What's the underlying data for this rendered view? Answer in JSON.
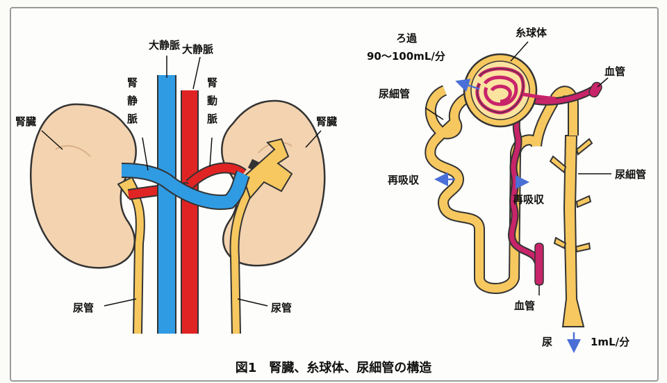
{
  "colors": {
    "vein": "#2f9be3",
    "artery": "#e02424",
    "ureter": "#f6c85f",
    "kidney": "#f3d3b0",
    "vessel_nephron": "#c8246a",
    "arrow": "#4a6fd6"
  },
  "labels": {
    "vena_cava_left": "大静脈",
    "vena_cava_right": "大静脈",
    "renal_vein": "腎\n静\n脈",
    "renal_vein_c1": "腎",
    "renal_vein_c2": "静",
    "renal_vein_c3": "脈",
    "renal_artery_c1": "腎",
    "renal_artery_c2": "動",
    "renal_artery_c3": "脈",
    "kidney_left": "腎臓",
    "kidney_right": "腎臓",
    "ureter_left": "尿管",
    "ureter_right": "尿管",
    "filtration_1": "ろ過",
    "filtration_2": "90～100mL/分",
    "glomerulus": "糸球体",
    "blood_vessel_top": "血管",
    "tubule_left": "尿細管",
    "tubule_right": "尿細管",
    "reabsorb_left": "再吸収",
    "reabsorb_right": "再吸収",
    "blood_vessel_bottom": "血管",
    "urine": "尿",
    "urine_rate": "1mL/分"
  },
  "caption": "図1　腎臓、糸球体、尿細管の構造"
}
